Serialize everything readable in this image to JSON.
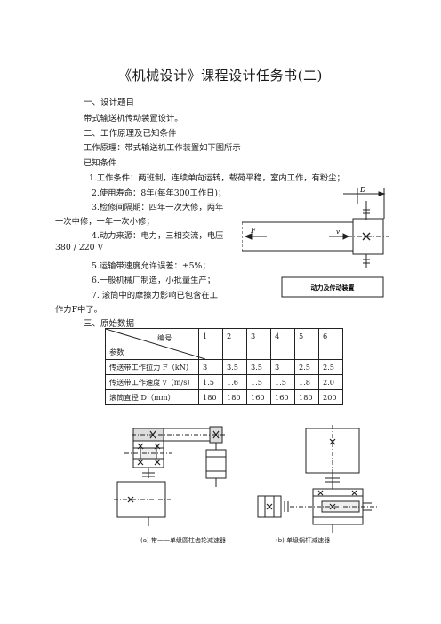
{
  "title": "《机械设计》课程设计任务书(二)",
  "section1": {
    "heading": "一、设计题目",
    "text": "带式输送机传动装置设计。"
  },
  "section2": {
    "heading": "二、工作原理及已知条件",
    "principle": "工作原理：带式输送机工作装置如下图所示",
    "known": "已知条件",
    "item1": "1.工作条件：两班制，连续单向运转，载荷平稳，室内工作，有粉尘；",
    "item2": "2.使用寿命：8年(每年300工作日)；",
    "item3a": "3.检修间隔期：四年一次大修，两年",
    "item3b": "一次中修，一年一次小修；",
    "item4a": "4.动力来源：电力，三相交流，电压",
    "item4b": "380 / 220  V",
    "item5": "5.运输带速度允许误差：±5%；",
    "item6": "6.一般机械厂制造，小批量生产；",
    "item7a": "7.  滚筒中的摩擦力影响已包含在工",
    "item7b": "作力F中了。"
  },
  "figure1": {
    "label_D": "D",
    "label_F": "F",
    "label_v": "v",
    "box_label": "动力及传动装置"
  },
  "section3": {
    "heading": "三、原始数据"
  },
  "table": {
    "corner_top": "编号",
    "corner_bottom": "参数",
    "columns": [
      "1",
      "2",
      "3",
      "4",
      "5",
      "6"
    ],
    "rows": [
      {
        "label": "传送带工作拉力 F（kN）",
        "values": [
          "3",
          "3.5",
          "3.5",
          "3",
          "2.5",
          "2.5"
        ]
      },
      {
        "label": "传送带工作速度 v（m/s）",
        "values": [
          "1.5",
          "1.6",
          "1.5",
          "1.5",
          "1.8",
          "2.0"
        ]
      },
      {
        "label": "滚筒直径 D（mm）",
        "values": [
          "180",
          "180",
          "160",
          "160",
          "180",
          "200"
        ]
      }
    ]
  },
  "figure2": {
    "caption_a": "(a) 带——单级圆柱齿轮减速器",
    "caption_b": "(b) 单级蜗杆减速器"
  }
}
